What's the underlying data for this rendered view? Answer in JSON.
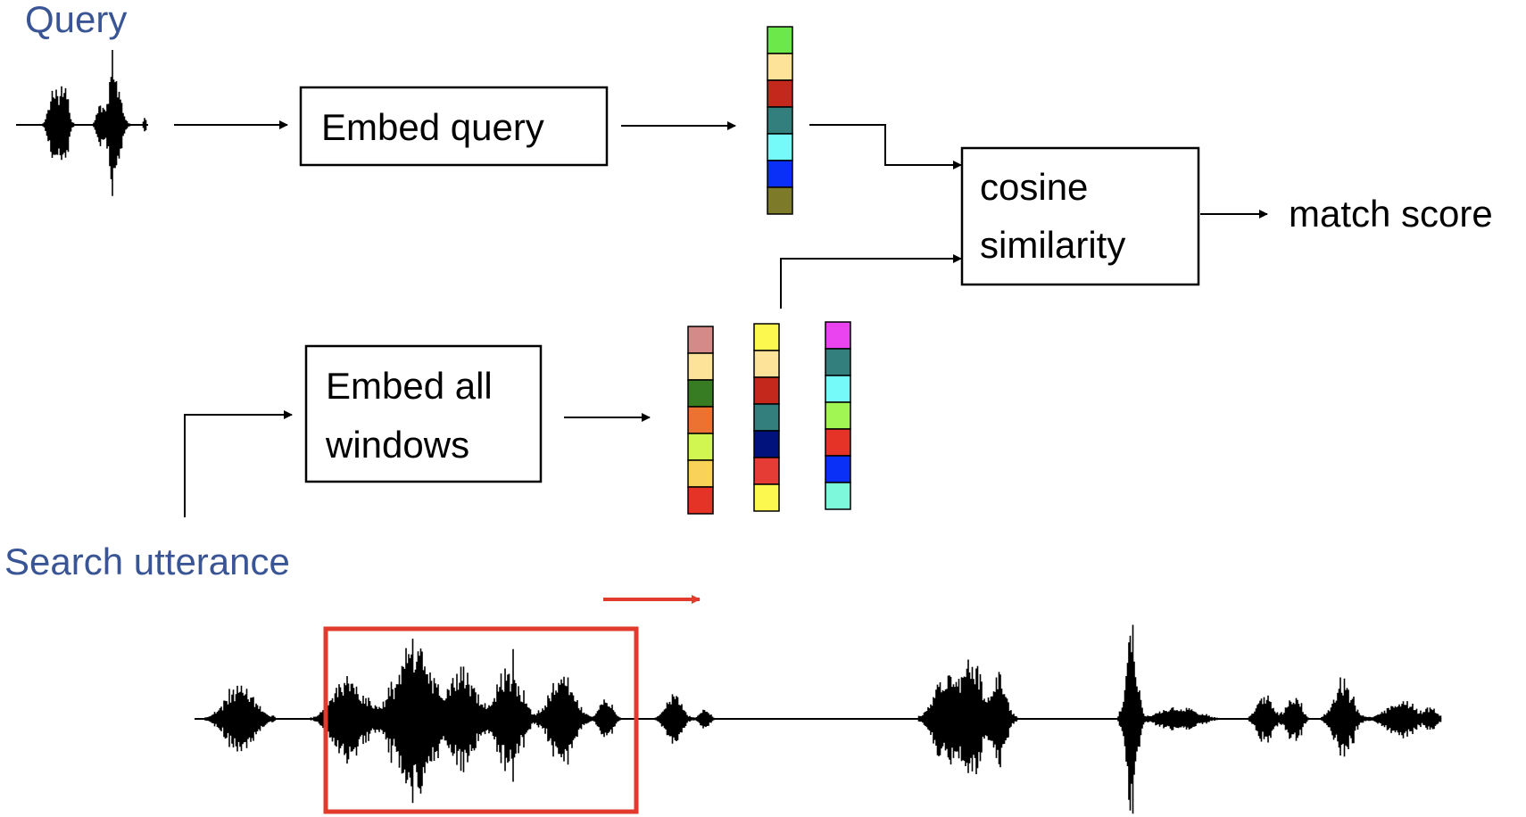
{
  "labels": {
    "query": "Query",
    "embed_query": "Embed query",
    "cosine_line1": "cosine",
    "cosine_line2": "similarity",
    "match_score": "match score",
    "embed_all_line1": "Embed all",
    "embed_all_line2": "windows",
    "search_utterance": "Search utterance"
  },
  "colors": {
    "label_blue": "#3a5595",
    "line": "#000000",
    "window_red": "#e23b2e"
  },
  "query_embedding": [
    "#6de84b",
    "#fde39a",
    "#c4281d",
    "#337f7e",
    "#75f9f9",
    "#0a2ff6",
    "#7d7a29"
  ],
  "window_embeddings": [
    [
      "#d48a88",
      "#fde39a",
      "#377b22",
      "#ec7231",
      "#d1f651",
      "#f9d25a",
      "#e53427"
    ],
    [
      "#fdf84f",
      "#fde39a",
      "#c4281d",
      "#337f7e",
      "#01127d",
      "#e53d35",
      "#fdf84f"
    ],
    [
      "#ea44f1",
      "#337f7e",
      "#75f9f9",
      "#a1f654",
      "#e53427",
      "#0a2ff6",
      "#7ef8da"
    ]
  ]
}
